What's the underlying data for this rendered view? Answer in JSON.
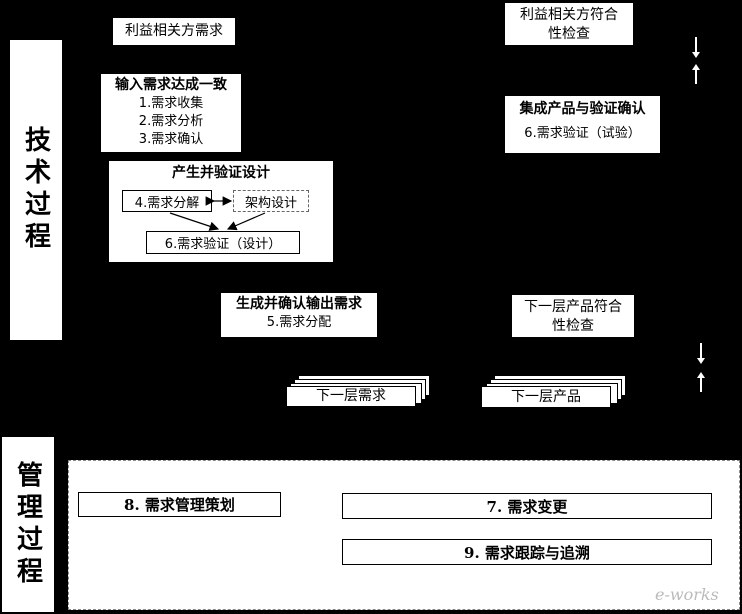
{
  "sidebar": {
    "technical": "技术过程",
    "management": "管理过程"
  },
  "stakeholder_req": "利益相关方需求",
  "stakeholder_check": "利益相关方符合性检查",
  "input_req": {
    "title": "输入需求达成一致",
    "items": [
      "1.需求收集",
      "2.需求分析",
      "3.需求确认"
    ]
  },
  "integrate": {
    "title": "集成产品与验证确认",
    "item": "6.需求验证（试验）"
  },
  "design": {
    "title": "产生并验证设计",
    "decompose": "4.需求分解",
    "arch": "架构设计",
    "verify": "6.需求验证（设计）"
  },
  "output_req": {
    "title": "生成并确认输出需求",
    "item": "5.需求分配"
  },
  "lower_check": "下一层产品符合性检查",
  "lower_req": "下一层需求",
  "lower_product": "下一层产品",
  "management": {
    "plan": "8. 需求管理策划",
    "change": "7. 需求变更",
    "trace": "9. 需求跟踪与追溯"
  },
  "watermark": "e-works"
}
